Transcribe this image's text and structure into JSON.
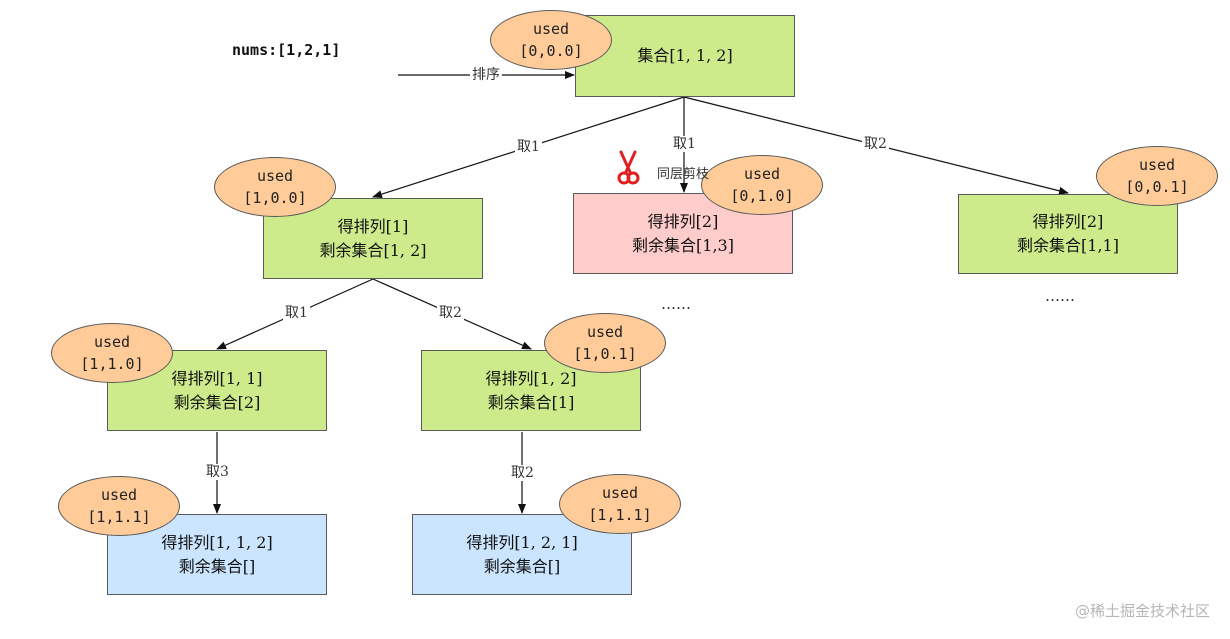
{
  "nums_label": "nums:[1,2,1]",
  "sort_label": "排序",
  "used_word": "used",
  "nodes": {
    "root": {
      "line1": "集合[1, 1, 2]",
      "used": "[0,0.0]"
    },
    "a": {
      "line1": "得排列[1]",
      "line2": "剩余集合[1, 2]",
      "used": "[1,0.0]"
    },
    "b": {
      "line1": "得排列[2]",
      "line2": "剩余集合[1,3]",
      "used": "[0,1.0]"
    },
    "c": {
      "line1": "得排列[2]",
      "line2": "剩余集合[1,1]",
      "used": "[0,0.1]"
    },
    "d": {
      "line1": "得排列[1, 1]",
      "line2": "剩余集合[2]",
      "used": "[1,1.0]"
    },
    "e": {
      "line1": "得排列[1, 2]",
      "line2": "剩余集合[1]",
      "used": "[1,0.1]"
    },
    "f": {
      "line1": "得排列[1, 1, 2]",
      "line2": "剩余集合[]",
      "used": "[1,1.1]"
    },
    "g": {
      "line1": "得排列[1, 2, 1]",
      "line2": "剩余集合[]",
      "used": "[1,1.1]"
    }
  },
  "edges": {
    "root_a": "取1",
    "root_b": "取1",
    "root_c": "取2",
    "a_d": "取1",
    "a_e": "取2",
    "d_f": "取3",
    "e_g": "取2"
  },
  "prune_label": "同层剪枝",
  "ellipsis_b": "……",
  "ellipsis_c": "……",
  "watermark": "@稀土掘金技术社区",
  "colors": {
    "green": "#cdeb8b",
    "red": "#ffcccc",
    "blue": "#cce5ff",
    "used": "#ffcc99",
    "scissors": "#e02020"
  }
}
